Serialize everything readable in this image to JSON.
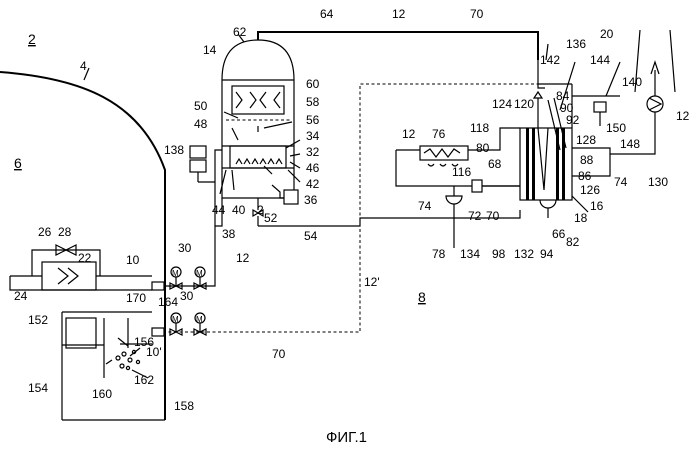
{
  "caption": "ФИГ.1",
  "labels": {
    "l2": "2",
    "l4": "4",
    "l6": "6",
    "l8": "8",
    "l10": "10",
    "l10p": "10'",
    "l12": "12",
    "l12p": "12'",
    "l14": "14",
    "l16": "16",
    "l18": "18",
    "l20": "20",
    "l22": "22",
    "l24": "24",
    "l26": "26",
    "l28": "28",
    "l30": "30",
    "l32": "32",
    "l34": "34",
    "l36": "36",
    "l38": "38",
    "l40": "40",
    "l42": "42",
    "l44": "44",
    "l46": "46",
    "l48": "48",
    "l50": "50",
    "l52": "52",
    "l54": "54",
    "l56": "56",
    "l58": "58",
    "l60": "60",
    "l62": "62",
    "l64": "64",
    "l66": "66",
    "l68": "68",
    "l70": "70",
    "l72": "72",
    "l74": "74",
    "l76": "76",
    "l78": "78",
    "l80": "80",
    "l82": "82",
    "l84": "84",
    "l86": "86",
    "l88": "88",
    "l90": "90",
    "l92": "92",
    "l94": "94",
    "l98": "98",
    "l116": "116",
    "l118": "118",
    "l120": "120",
    "l124": "124",
    "l126": "126",
    "l128": "128",
    "l130": "130",
    "l132": "132",
    "l134": "134",
    "l136": "136",
    "l138": "138",
    "l140": "140",
    "l142": "142",
    "l144": "144",
    "l148": "148",
    "l150": "150",
    "l152": "152",
    "l154": "154",
    "l156": "156",
    "l158": "158",
    "l160": "160",
    "l162": "162",
    "l164": "164",
    "l170": "170",
    "valve_m": "M"
  }
}
